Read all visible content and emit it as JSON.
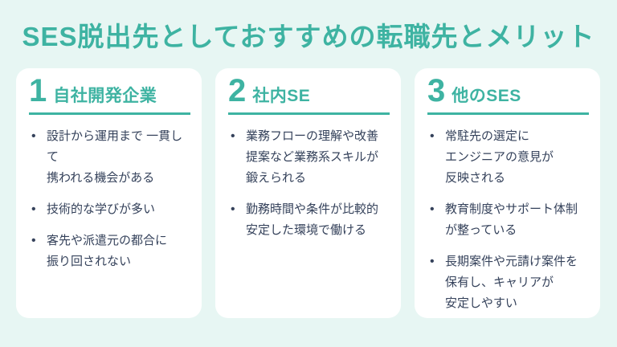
{
  "theme": {
    "background": "#e7f6f3",
    "card_background": "#ffffff",
    "accent_teal": "#3eb3a2",
    "text_navy": "#35425b"
  },
  "title": "SES脱出先としておすすめの転職先とメリット",
  "cards": [
    {
      "number": "1",
      "heading": "自社開発企業",
      "bullets": [
        "設計から運用まで 一貫して\n携われる機会がある",
        "技術的な学びが多い",
        "客先や派遣元の都合に\n振り回されない"
      ]
    },
    {
      "number": "2",
      "heading": "社内SE",
      "bullets": [
        "業務フローの理解や改善\n提案など業務系スキルが\n鍛えられる",
        "勤務時間や条件が比較的\n安定した環境で働ける"
      ]
    },
    {
      "number": "3",
      "heading": "他のSES",
      "bullets": [
        "常駐先の選定に\nエンジニアの意見が\n反映される",
        "教育制度やサポート体制\nが整っている",
        "長期案件や元請け案件を\n保有し、キャリアが\n安定しやすい"
      ]
    }
  ]
}
